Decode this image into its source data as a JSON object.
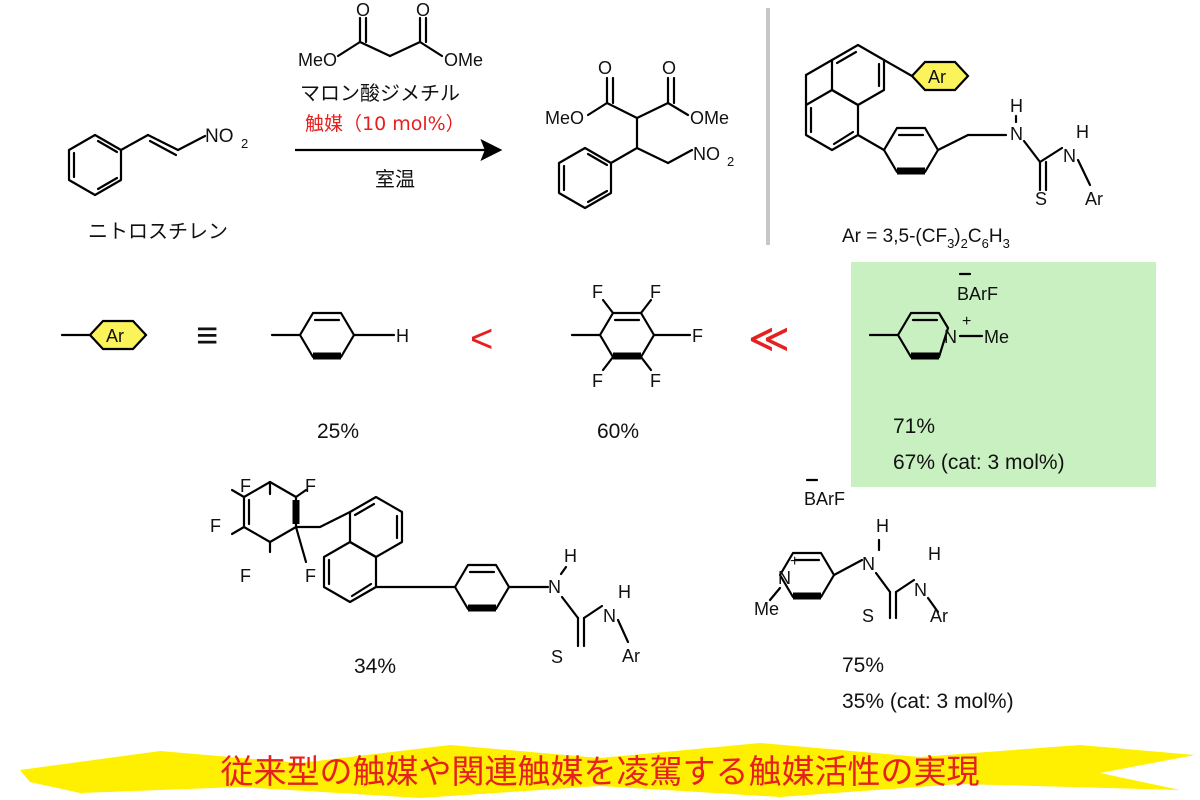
{
  "reaction": {
    "reagent_left": "MeO",
    "reagent_right": "OMe",
    "reagent_o1": "O",
    "reagent_o2": "O",
    "reagent_name": "マロン酸ジメチル",
    "catalyst_label": "触媒（10 mol%）",
    "condition": "室温",
    "substrate_group": "NO",
    "substrate_sub": "2",
    "substrate_name": "ニトロスチレン",
    "product_left": "MeO",
    "product_right": "OMe",
    "product_nitro": "NO",
    "product_nitro_sub": "2"
  },
  "catalyst": {
    "ar_badge": "Ar",
    "h": "H",
    "n": "N",
    "s": "S",
    "ar": "Ar",
    "definition_prefix": "Ar = 3,5-(CF",
    "definition_sub1": "3",
    "definition_mid": ")",
    "definition_sub2": "2",
    "definition_c": "C",
    "definition_sub3": "6",
    "definition_h": "H",
    "definition_sub4": "3"
  },
  "comparison": {
    "ar_badge": "Ar",
    "equiv": "≡",
    "h_label": "H",
    "less": "<",
    "much_less": "≪",
    "f": "F",
    "counterion": "BArF",
    "plus": "+",
    "n": "N",
    "me": "Me",
    "yield_phenyl": "25%",
    "yield_pentafluoro": "60%",
    "yield_pyridinium_1": "71%",
    "yield_pyridinium_2": "67% (cat: 3 mol%)"
  },
  "related": {
    "f": "F",
    "h": "H",
    "n": "N",
    "s": "S",
    "ar": "Ar",
    "yield_a": "34%",
    "counterion": "BArF",
    "plus": "+",
    "me": "Me",
    "yield_b_1": "75%",
    "yield_b_2": "35% (cat: 3 mol%)"
  },
  "banner": {
    "text": "従来型の触媒や関連触媒を凌駕する触媒活性の実現"
  },
  "colors": {
    "accent_red": "#e5201f",
    "highlight_green": "#c9f0c0",
    "badge_yellow": "#fbf35a",
    "banner_yellow": "#ffef00"
  }
}
